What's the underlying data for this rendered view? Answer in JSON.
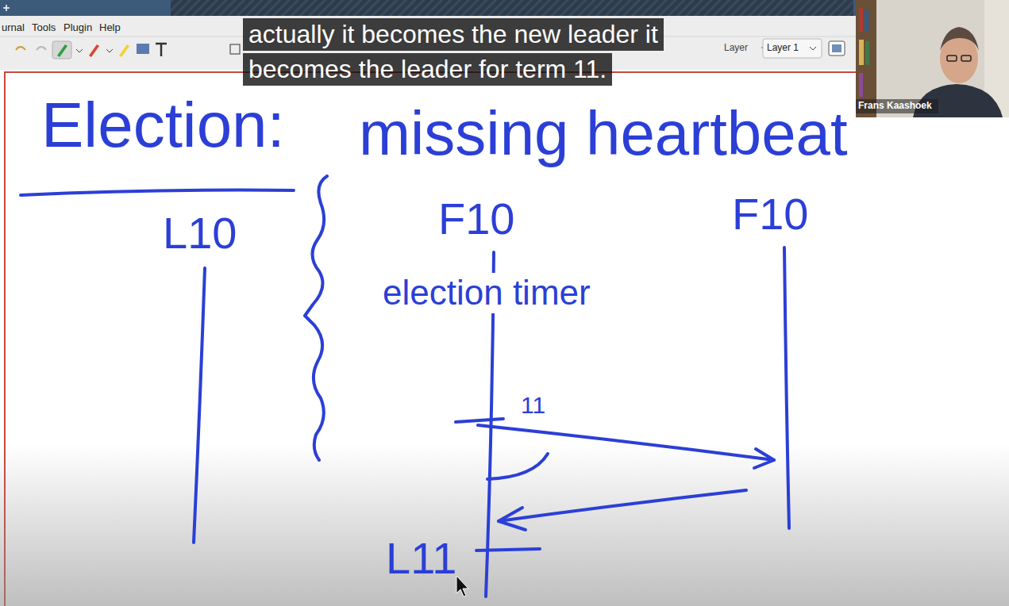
{
  "diagram": {
    "labels": [
      "urnal",
      "Tools",
      "Plugin",
      "Help",
      "actually it becomes the new leader it",
      "becomes the leader for term 11.",
      "Layer",
      "Layer 1",
      "Frans Kaashoek",
      "Election:",
      "missing heartbeat",
      "L10",
      "F10",
      "election timer",
      "F10",
      "11",
      "L11"
    ]
  }
}
